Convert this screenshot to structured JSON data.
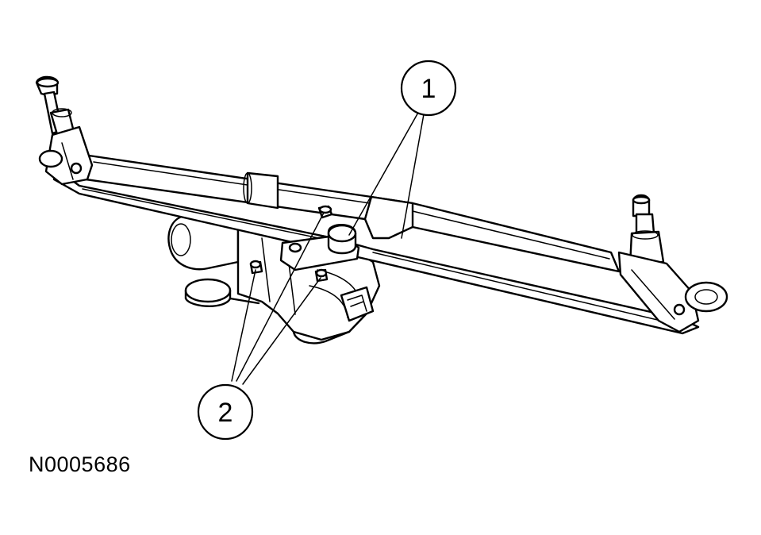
{
  "figure": {
    "id_label": "N0005686"
  },
  "callouts": [
    {
      "number": "1"
    },
    {
      "number": "2"
    }
  ],
  "colors": {
    "line": "#000000",
    "background": "#ffffff"
  }
}
